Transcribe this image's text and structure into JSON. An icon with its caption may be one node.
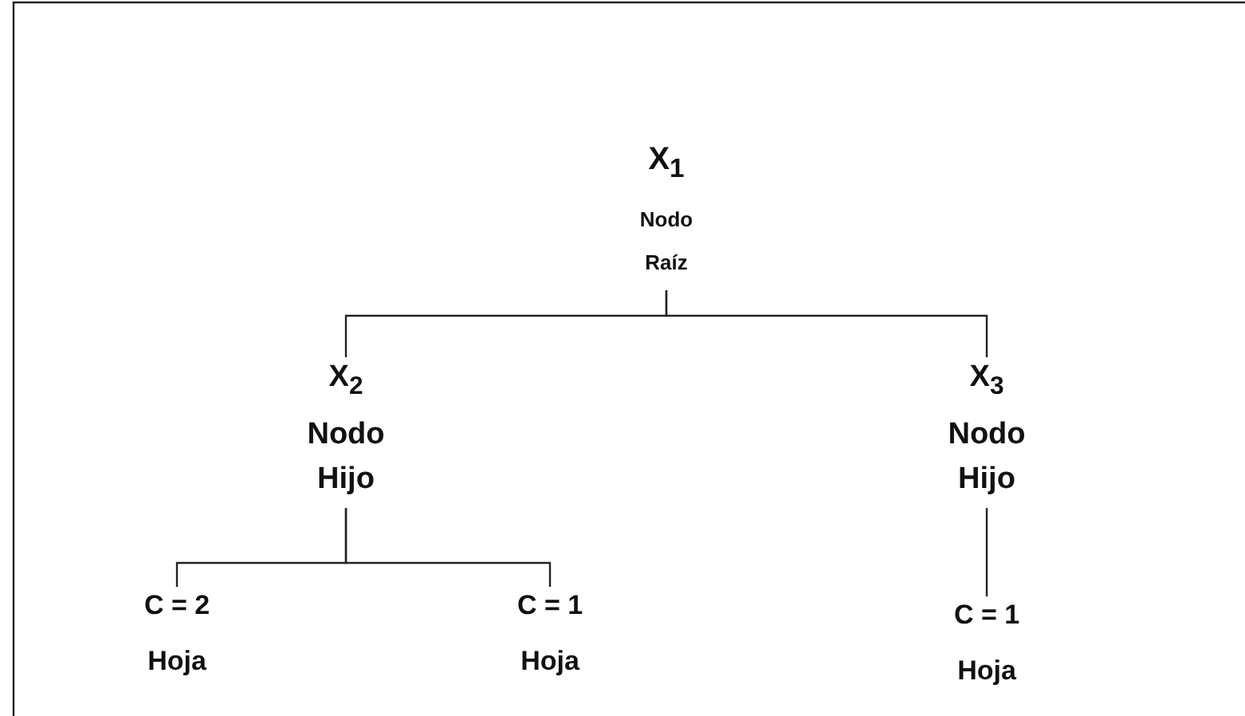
{
  "diagram": {
    "nodes": [
      {
        "text": [
          "X$_{1}$",
          "Nodo Raíz"
        ]
      },
      {
        "text": [
          "X$_{2}$",
          "Nodo Hijo"
        ]
      },
      {
        "text": [
          "X$_{3}$",
          "Nodo Hijo"
        ]
      },
      {
        "text": [
          "C = 2",
          "Hoja"
        ]
      },
      {
        "text": [
          "C = 1",
          "Hoja"
        ]
      },
      {
        "text": [
          "C = 1",
          "Hoja"
        ]
      }
    ],
    "edges": [
      {
        "from": 0,
        "to": 1,
        "arrow": "none"
      },
      {
        "from": 0,
        "to": 2,
        "arrow": "none"
      },
      {
        "from": 1,
        "to": 3,
        "arrow": "none"
      },
      {
        "from": 1,
        "to": 4,
        "arrow": "none"
      },
      {
        "from": 2,
        "to": 5,
        "arrow": "none"
      }
    ]
  }
}
